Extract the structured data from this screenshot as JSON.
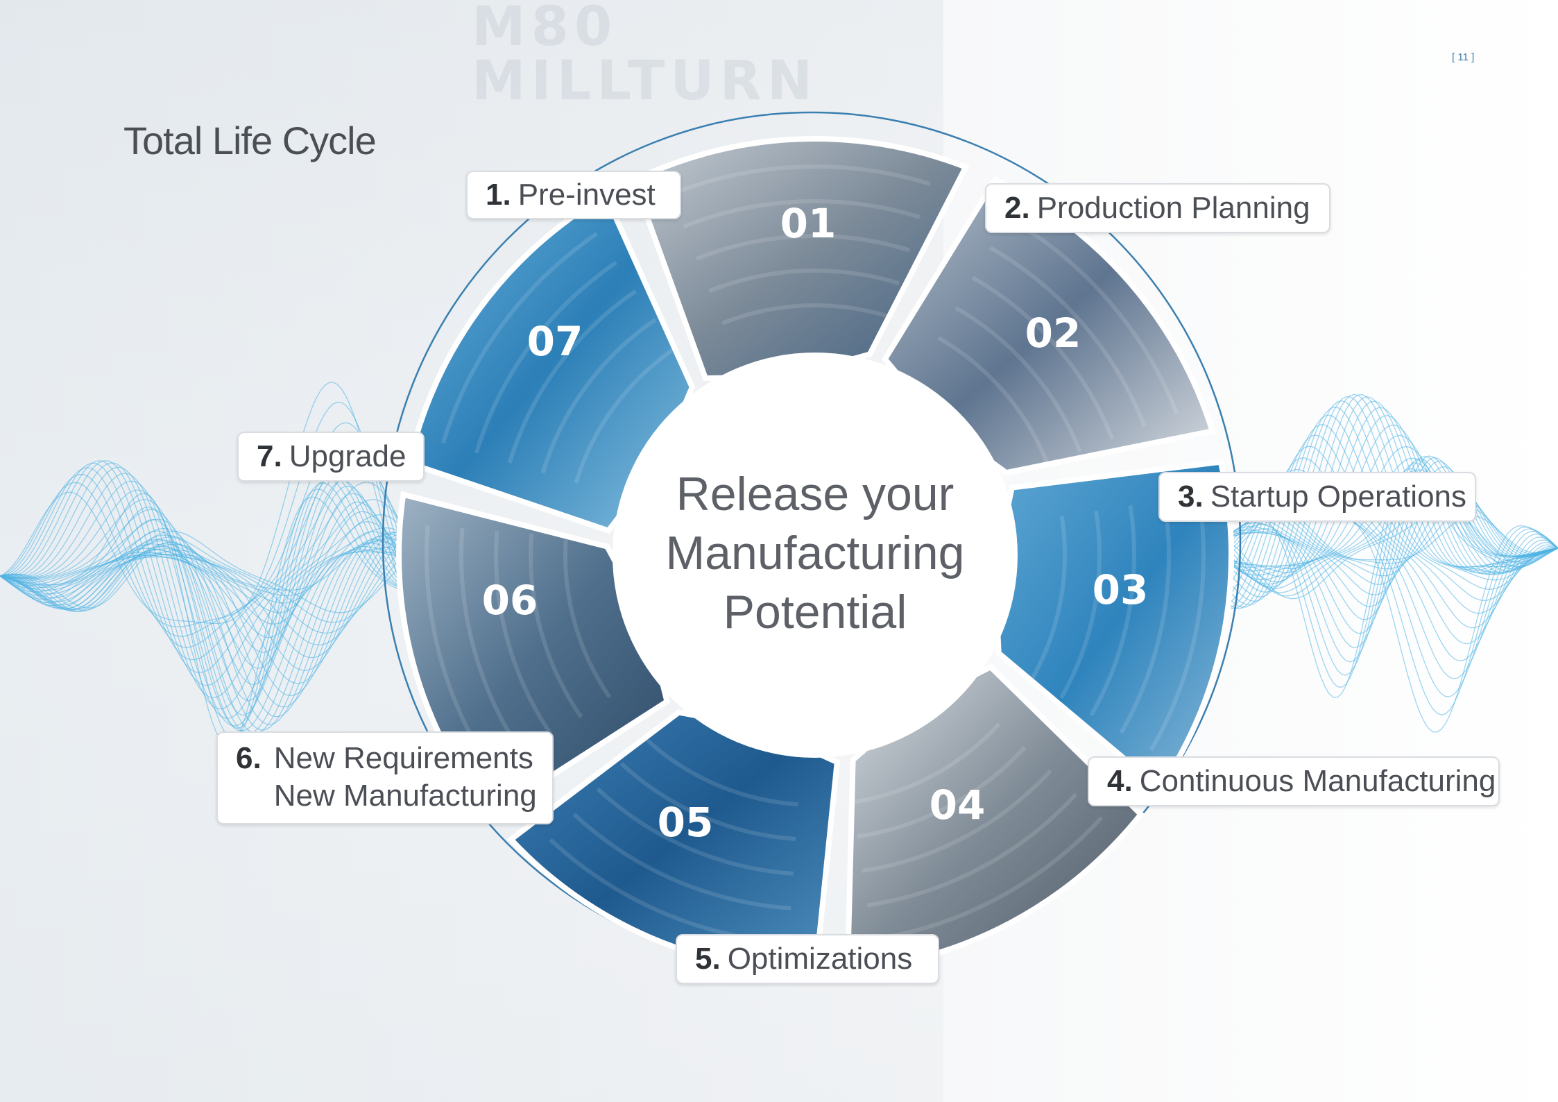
{
  "page_number": "[ 11 ]",
  "title": "Total Life Cycle",
  "watermark": [
    "M80",
    "MILLTURN"
  ],
  "center": {
    "lines": [
      "Release your",
      "Manufacturing",
      "Potential"
    ]
  },
  "segments": [
    {
      "number": "01",
      "icon": "machine-lathe-photo",
      "color": "#8a9bab"
    },
    {
      "number": "02",
      "icon": "engineers-planning-photo",
      "color": "#6c8aa8"
    },
    {
      "number": "03",
      "icon": "operator-control-panel-photo",
      "color": "#3f93c4"
    },
    {
      "number": "04",
      "icon": "milling-spindle-photo",
      "color": "#7d8b98"
    },
    {
      "number": "05",
      "icon": "cnc-screen-photo",
      "color": "#2f6fa3"
    },
    {
      "number": "06",
      "icon": "worker-machine-photo",
      "color": "#5d7e98"
    },
    {
      "number": "07",
      "icon": "tool-magazine-photo",
      "color": "#3a8ec0"
    }
  ],
  "labels": [
    {
      "num": "1.",
      "text": "Pre-invest"
    },
    {
      "num": "2.",
      "text": "Production Planning"
    },
    {
      "num": "3.",
      "text": "Startup Operations"
    },
    {
      "num": "4.",
      "text": "Continuous Manufacturing"
    },
    {
      "num": "5.",
      "text": "Optimizations"
    },
    {
      "num": "6.",
      "text": "New Requirements",
      "text2": "New Manufacturing"
    },
    {
      "num": "7.",
      "text": "Upgrade"
    }
  ],
  "colors": {
    "wave": "#4fb3e3",
    "ring": "#3a7fb0",
    "text": "#4b4f55"
  }
}
